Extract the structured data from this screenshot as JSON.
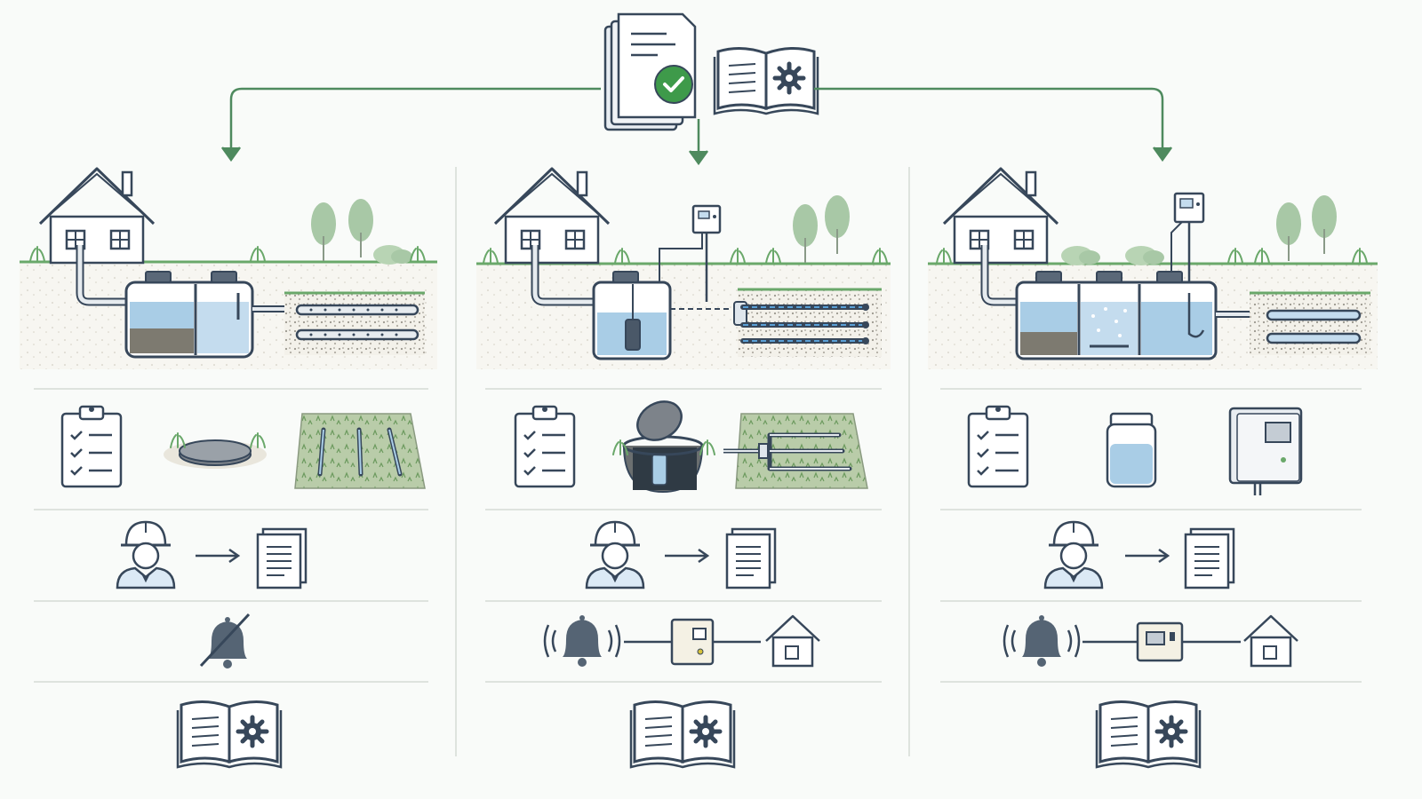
{
  "colors": {
    "outline": "#37475a",
    "accent_green": "#4e8a5e",
    "check_green": "#3e9a4a",
    "water_blue": "#a9cde6",
    "sludge": "#7d7a70",
    "grass": "#6aa86a",
    "tree": "#a8c8a6",
    "divider": "#d6dbd6",
    "bell": "#556474",
    "paper": "#ffffff"
  },
  "top": {
    "icons": [
      "approved-documents-icon",
      "check-circle-icon",
      "manual-gear-book-icon"
    ]
  },
  "columns": [
    {
      "system": "conventional-septic",
      "tank_compartments": 2,
      "has_control_panel": false,
      "icons": {
        "maintenance": [
          "checklist-icon",
          "tank-lid-icon",
          "drainfield-icon"
        ],
        "reporting": [
          "technician-icon",
          "arrow-icon",
          "report-icon"
        ],
        "alarm": [
          "alarm-disabled-icon"
        ],
        "manual": [
          "manual-gear-book-icon"
        ]
      }
    },
    {
      "system": "pump-tank-pressure-distribution",
      "tank_compartments": 1,
      "has_control_panel": true,
      "icons": {
        "maintenance": [
          "checklist-icon",
          "pump-chamber-icon",
          "pressure-drainfield-icon"
        ],
        "reporting": [
          "technician-icon",
          "arrow-icon",
          "report-icon"
        ],
        "alarm": [
          "alarm-bell-icon",
          "control-panel-icon",
          "house-icon"
        ],
        "manual": [
          "manual-gear-book-icon"
        ]
      }
    },
    {
      "system": "aerobic-treatment-unit",
      "tank_compartments": 3,
      "has_control_panel": true,
      "icons": {
        "maintenance": [
          "checklist-icon",
          "sample-jar-icon",
          "aerator-panel-icon"
        ],
        "reporting": [
          "technician-icon",
          "arrow-icon",
          "report-icon"
        ],
        "alarm": [
          "alarm-bell-icon",
          "control-panel-icon",
          "house-icon"
        ],
        "manual": [
          "manual-gear-book-icon"
        ]
      }
    }
  ]
}
